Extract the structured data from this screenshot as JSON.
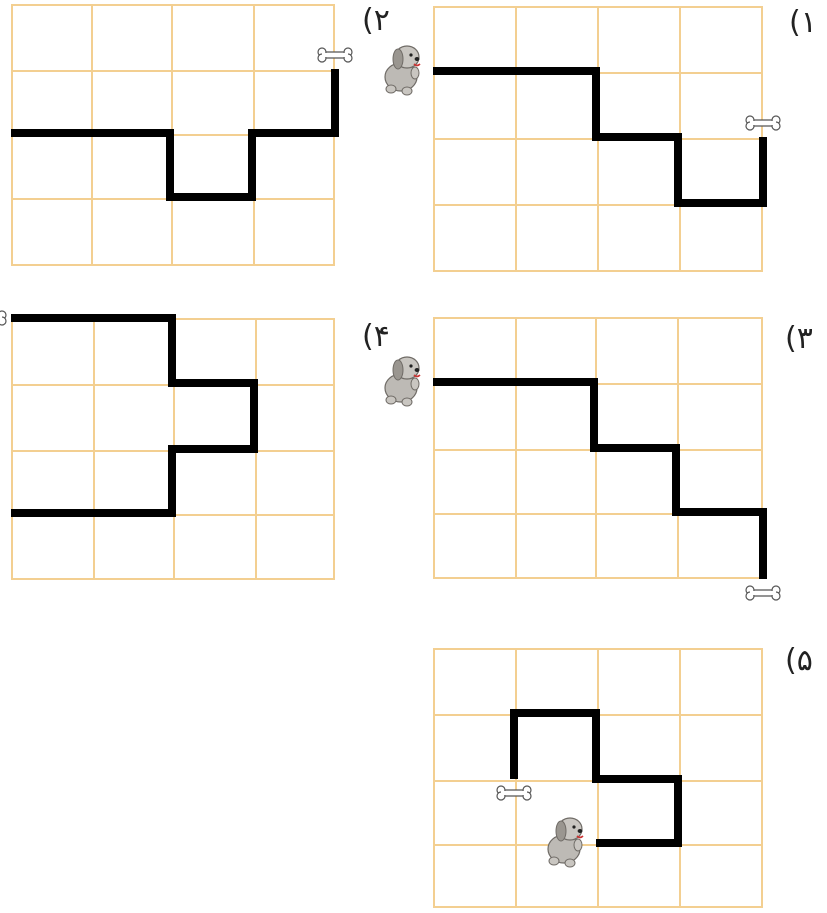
{
  "puzzles": [
    {
      "label": "(۱",
      "path": [
        [
          0,
          1
        ],
        [
          2,
          1
        ],
        [
          2,
          2
        ],
        [
          3,
          2
        ],
        [
          3,
          3
        ],
        [
          4,
          3
        ],
        [
          4,
          2
        ]
      ],
      "dog_icon": "dog-icon",
      "bone_icon": "bone-icon"
    },
    {
      "label": "(۲",
      "path": [
        [
          0,
          2
        ],
        [
          2,
          2
        ],
        [
          2,
          3
        ],
        [
          3,
          3
        ],
        [
          3,
          2
        ],
        [
          4,
          2
        ],
        [
          4,
          1
        ]
      ],
      "dog_icon": "dog-icon",
      "bone_icon": "bone-icon"
    },
    {
      "label": "(۳",
      "path": [
        [
          0,
          1
        ],
        [
          2,
          1
        ],
        [
          2,
          2
        ],
        [
          3,
          2
        ],
        [
          3,
          3
        ],
        [
          4,
          3
        ],
        [
          4,
          4
        ]
      ],
      "dog_icon": "dog-icon",
      "bone_icon": "bone-icon"
    },
    {
      "label": "(۴",
      "path": [
        [
          0,
          3
        ],
        [
          2,
          3
        ],
        [
          2,
          2
        ],
        [
          3,
          2
        ],
        [
          3,
          1
        ],
        [
          2,
          1
        ],
        [
          2,
          0
        ],
        [
          0,
          0
        ]
      ],
      "dog_icon": "dog-icon",
      "bone_icon": "bone-icon"
    },
    {
      "label": "(۵",
      "path": [
        [
          2,
          3
        ],
        [
          3,
          3
        ],
        [
          3,
          2
        ],
        [
          2,
          2
        ],
        [
          2,
          1
        ],
        [
          1,
          1
        ],
        [
          1,
          2
        ]
      ],
      "dog_icon": "dog-icon",
      "bone_icon": "bone-icon"
    }
  ]
}
